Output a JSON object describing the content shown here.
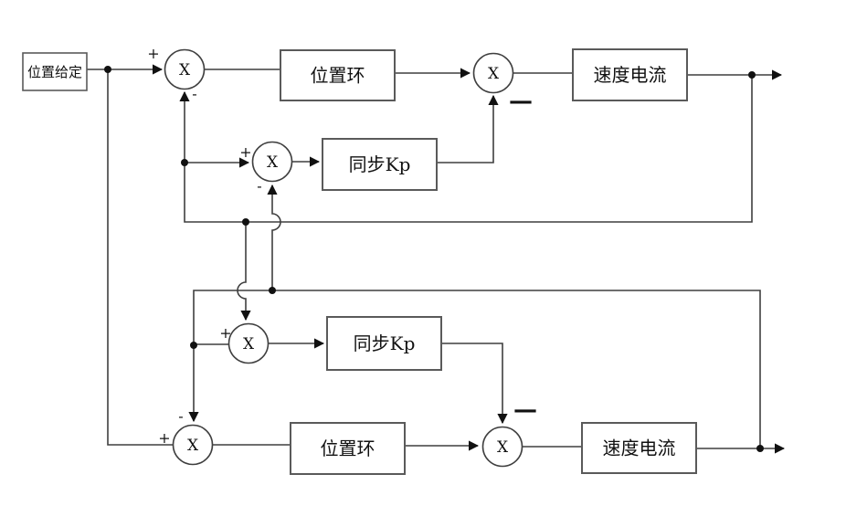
{
  "colors": {
    "line": "#3f3f3f",
    "box_border": "#5a5a5a",
    "arrow": "#111111",
    "text": "#111111",
    "background": "#ffffff"
  },
  "blocks": [
    {
      "id": "position-ref",
      "label": "位置给定"
    },
    {
      "id": "position-loop-top",
      "label": "位置环"
    },
    {
      "id": "sync-kp-top",
      "label": "同步Kp"
    },
    {
      "id": "speed-current-top",
      "label": "速度电流"
    },
    {
      "id": "sync-kp-bottom",
      "label": "同步Kp"
    },
    {
      "id": "position-loop-bottom",
      "label": "位置环"
    },
    {
      "id": "speed-current-bottom",
      "label": "速度电流"
    }
  ],
  "summing_junctions": {
    "symbol": "X"
  },
  "signs": {
    "plus": "+",
    "minus": "-",
    "minus_wide": "—"
  }
}
